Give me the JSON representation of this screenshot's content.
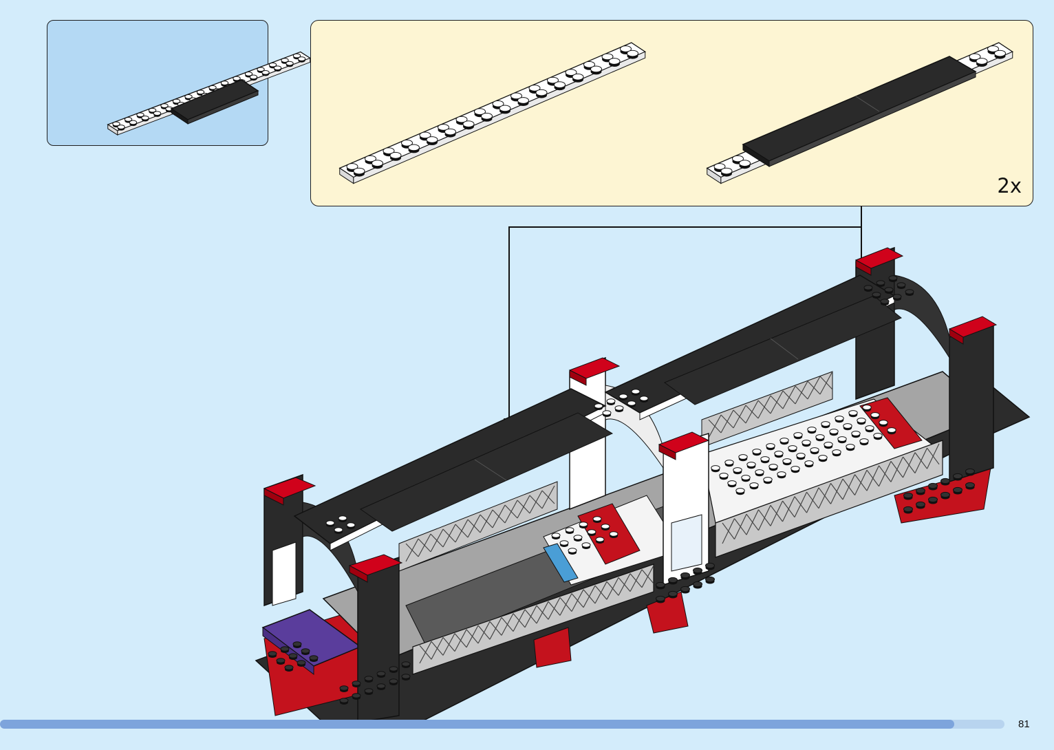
{
  "step": {
    "multiplier_label": "2x",
    "page_number": "81"
  },
  "progress": {
    "fraction": 0.95
  },
  "colors": {
    "background": "#d3ecfb",
    "inventory_panel": "#b4d9f4",
    "callout_panel": "#fdf5d3",
    "brick_red": "#d0021b",
    "brick_black": "#2a2a2a",
    "brick_white": "#ffffff",
    "brick_gray": "#a5a5a5",
    "brick_purple": "#5a3d9c",
    "progress_fill": "#7da4dc"
  },
  "parts": [
    {
      "name": "white-plate-2x16",
      "icon": "white-plate-icon"
    },
    {
      "name": "black-tile-2x6",
      "icon": "black-tile-icon"
    }
  ]
}
